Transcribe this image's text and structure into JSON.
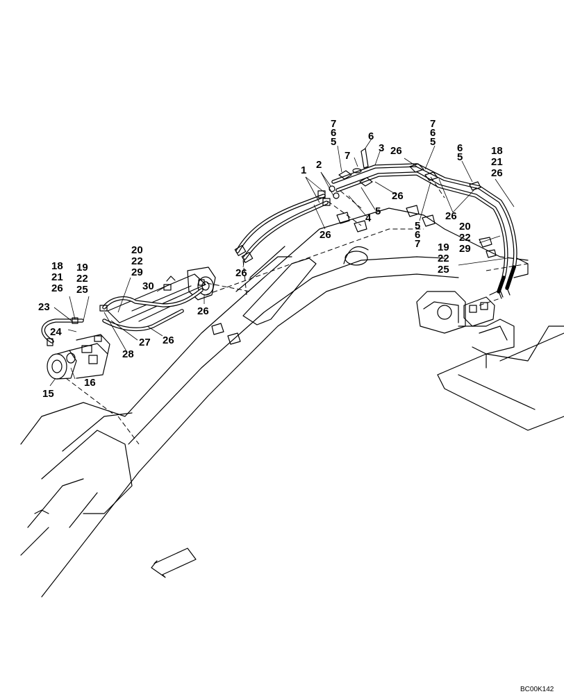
{
  "figure": {
    "code": "BC00K142",
    "labels": {
      "top_stack_left": [
        "7",
        "6",
        "5"
      ],
      "bolt": "6",
      "washer": "7",
      "hose_3": "3",
      "clamp_26_top": "26",
      "top_stack_right": [
        "7",
        "6",
        "5"
      ],
      "right_stack_65": [
        "6",
        "5"
      ],
      "far_right_stack": [
        "18",
        "21",
        "26"
      ],
      "label_1": "1",
      "label_2": "2",
      "label_26_mid": "26",
      "label_5_mid": "5",
      "label_4": "4",
      "label_26_pair": "26",
      "stack_567": [
        "5",
        "6",
        "7"
      ],
      "label_26_left_hose": "26",
      "stack_20_right": [
        "20",
        "22",
        "29"
      ],
      "stack_19_right": [
        "19",
        "22",
        "25"
      ],
      "label_26_boom": "26",
      "stack_20_left": [
        "20",
        "22",
        "29"
      ],
      "stack_18_left": [
        "18",
        "21",
        "26"
      ],
      "stack_19_left": [
        "19",
        "22",
        "25"
      ],
      "label_30": "30",
      "label_23": "23",
      "label_24": "24",
      "label_26_cyl": "26",
      "label_26_lower": "26",
      "label_27": "27",
      "label_28": "28",
      "label_16": "16",
      "label_15": "15"
    }
  }
}
